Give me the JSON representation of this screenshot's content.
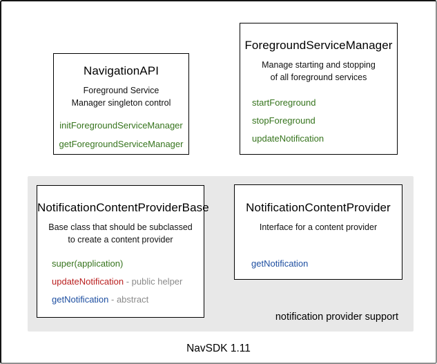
{
  "caption": "NavSDK 1.11",
  "panel": {
    "label": "notification provider support",
    "bg_color": "#e8e8e8"
  },
  "colors": {
    "method_green": "#36741d",
    "method_red": "#b91f1f",
    "method_blue": "#1e4fa1",
    "annotation_gray": "#8a8a8a",
    "box_border": "#000000",
    "canvas_bg": "#ffffff"
  },
  "boxes": [
    {
      "title": "NavigationAPI",
      "desc_lines": [
        "Foreground Service",
        "Manager singleton control"
      ],
      "methods": [
        {
          "name": "initForegroundServiceManager",
          "color": "green"
        },
        {
          "name": "getForegroundServiceManager",
          "color": "green"
        }
      ]
    },
    {
      "title": "ForegroundServiceManager",
      "desc_lines": [
        "Manage starting and stopping",
        "of all foreground services"
      ],
      "methods": [
        {
          "name": "startForeground",
          "color": "green"
        },
        {
          "name": "stopForeground",
          "color": "green"
        },
        {
          "name": "updateNotification",
          "color": "green"
        }
      ]
    },
    {
      "title": "NotificationContentProviderBase",
      "desc_lines": [
        "Base class that should be subclassed",
        "to create a content provider"
      ],
      "methods": [
        {
          "name": "super(application)",
          "color": "green"
        },
        {
          "name": "updateNotification",
          "color": "red",
          "annotation": "- public helper"
        },
        {
          "name": "getNotification",
          "color": "blue",
          "annotation": "- abstract"
        }
      ]
    },
    {
      "title": "NotificationContentProvider",
      "desc_lines": [
        "Interface for a content provider"
      ],
      "methods": [
        {
          "name": "getNotification",
          "color": "blue"
        }
      ]
    }
  ]
}
